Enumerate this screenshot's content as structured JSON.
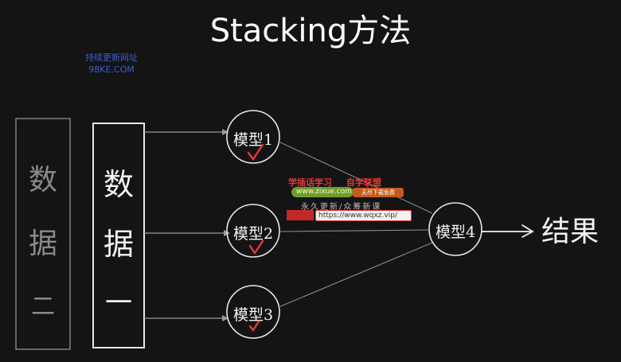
{
  "title": "Stacking方法",
  "watermark": {
    "line1": "持续更新网址",
    "line2": "98KE.COM"
  },
  "data_boxes": [
    {
      "chars": [
        "数",
        "据",
        "二"
      ]
    },
    {
      "chars": [
        "数",
        "据",
        "一"
      ]
    }
  ],
  "models": [
    {
      "label": "模型1"
    },
    {
      "label": "模型2"
    },
    {
      "label": "模型3"
    },
    {
      "label": "模型4"
    }
  ],
  "result": "结果",
  "overlay_banner": {
    "left_text": "学插话学习",
    "right_text": "自学联盟",
    "green_text": "www.zixue.com",
    "orange_text": "无尽下载免费",
    "tagline": "永久更新/众筹新课",
    "url": "https://www.wqxz.vip/"
  },
  "colors": {
    "background": "#141414",
    "ink": "#f2f2f2",
    "faint_ink": "#8a8a8a",
    "check_mark": "#e53935",
    "watermark": "#3a5fcd"
  }
}
